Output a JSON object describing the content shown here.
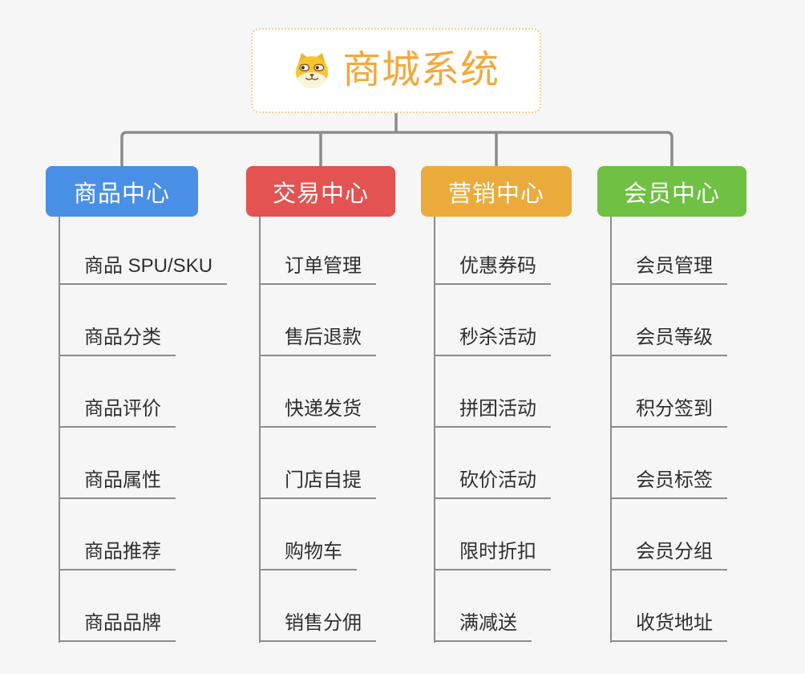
{
  "root": {
    "title": "商城系统",
    "icon": "doge-icon",
    "accent_color": "#f2a93b",
    "border_color": "#f3cf90"
  },
  "connector_color": "#8c8c8c",
  "background_color": "#f6f6f6",
  "branches": [
    {
      "label": "商品中心",
      "color": "#4a8fe6",
      "children": [
        "商品 SPU/SKU",
        "商品分类",
        "商品评价",
        "商品属性",
        "商品推荐",
        "商品品牌"
      ]
    },
    {
      "label": "交易中心",
      "color": "#e25352",
      "children": [
        "订单管理",
        "售后退款",
        "快递发货",
        "门店自提",
        "购物车",
        "销售分佣"
      ]
    },
    {
      "label": "营销中心",
      "color": "#ebab3c",
      "children": [
        "优惠券码",
        "秒杀活动",
        "拼团活动",
        "砍价活动",
        "限时折扣",
        "满减送"
      ]
    },
    {
      "label": "会员中心",
      "color": "#6fc043",
      "children": [
        "会员管理",
        "会员等级",
        "积分签到",
        "会员标签",
        "会员分组",
        "收货地址"
      ]
    }
  ]
}
